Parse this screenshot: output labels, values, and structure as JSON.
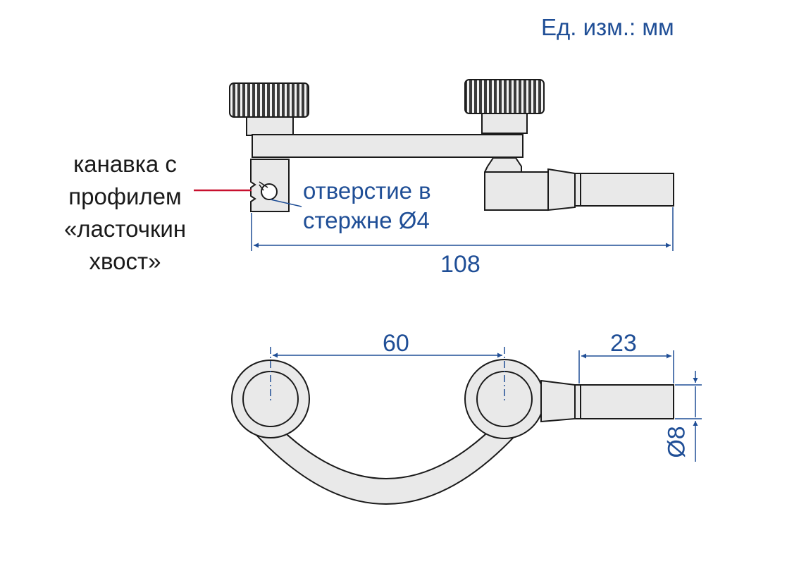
{
  "units_label": "Ед. изм.: мм",
  "callouts": {
    "groove": {
      "lines": [
        "канавка с",
        "профилем",
        "«ласточкин",
        "хвост»"
      ],
      "leader_color": "#c8102e"
    },
    "hole": {
      "lines": [
        "отверстие в",
        "стержне Ø4"
      ]
    }
  },
  "dimensions": {
    "overall_length": "108",
    "center_distance": "60",
    "stem_length": "23",
    "stem_diameter": "Ø8"
  },
  "colors": {
    "dimension": "#1f4e96",
    "outline": "#1a1a1a",
    "fill": "#e9e9e9",
    "knob_fill": "#4a4a4a"
  }
}
